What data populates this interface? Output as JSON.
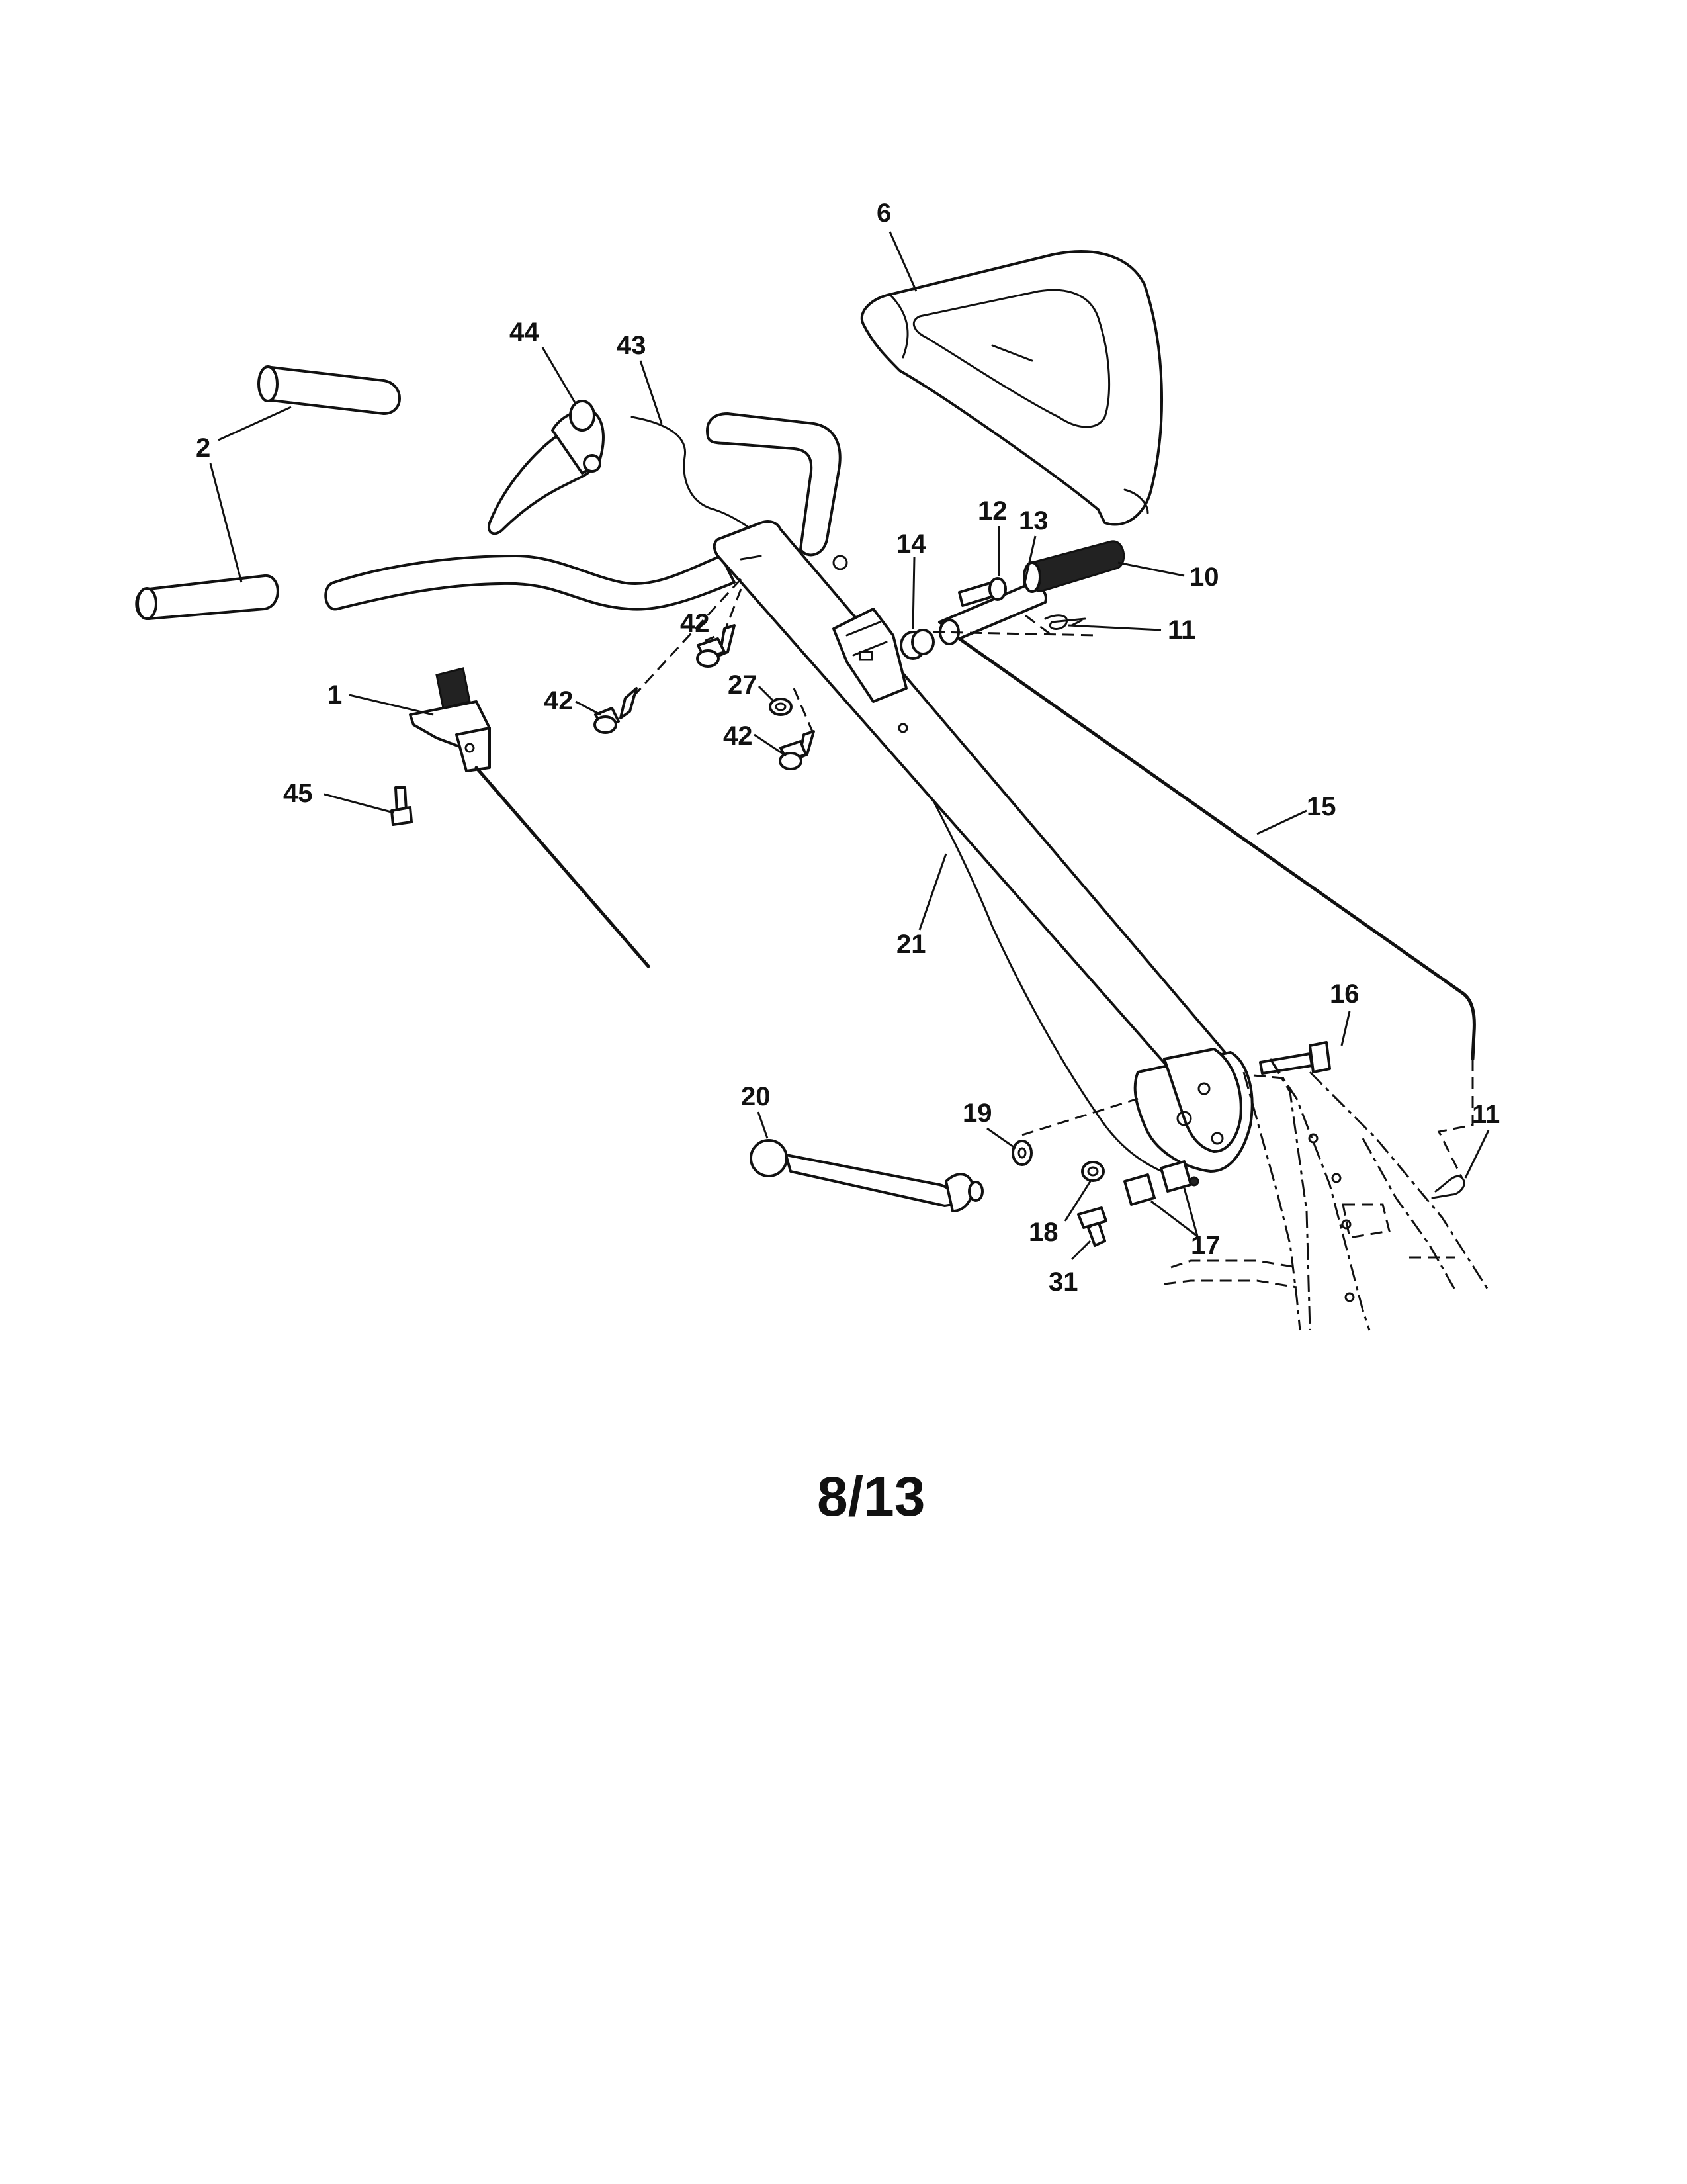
{
  "callouts": [
    {
      "id": "c6",
      "label": "6"
    },
    {
      "id": "c44",
      "label": "44"
    },
    {
      "id": "c43",
      "label": "43"
    },
    {
      "id": "c2",
      "label": "2"
    },
    {
      "id": "c12",
      "label": "12"
    },
    {
      "id": "c13",
      "label": "13"
    },
    {
      "id": "c14",
      "label": "14"
    },
    {
      "id": "c10",
      "label": "10"
    },
    {
      "id": "c11a",
      "label": "11"
    },
    {
      "id": "c42a",
      "label": "42"
    },
    {
      "id": "c1",
      "label": "1"
    },
    {
      "id": "c42b",
      "label": "42"
    },
    {
      "id": "c27",
      "label": "27"
    },
    {
      "id": "c42c",
      "label": "42"
    },
    {
      "id": "c45",
      "label": "45"
    },
    {
      "id": "c15",
      "label": "15"
    },
    {
      "id": "c21",
      "label": "21"
    },
    {
      "id": "c16",
      "label": "16"
    },
    {
      "id": "c20",
      "label": "20"
    },
    {
      "id": "c19",
      "label": "19"
    },
    {
      "id": "c11b",
      "label": "11"
    },
    {
      "id": "c18",
      "label": "18"
    },
    {
      "id": "c17",
      "label": "17"
    },
    {
      "id": "c31",
      "label": "31"
    }
  ],
  "page_number": "8/13"
}
